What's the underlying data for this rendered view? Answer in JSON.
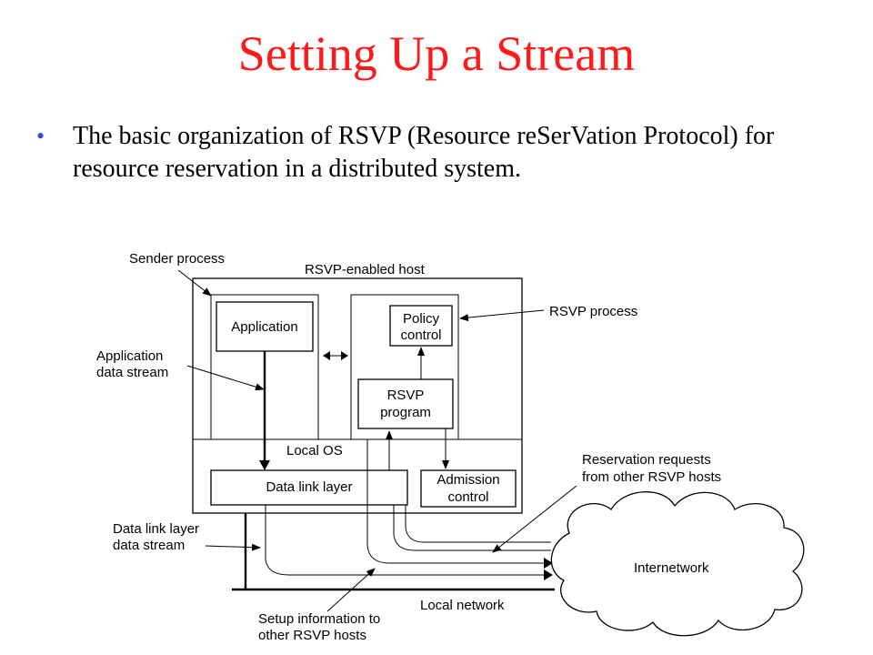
{
  "slide": {
    "title": "Setting Up a Stream",
    "bullet": "The basic organization of RSVP (Resource reSerVation Protocol) for resource reservation in a distributed system."
  },
  "diagram": {
    "sender_process": "Sender process",
    "host": "RSVP-enabled host",
    "application": "Application",
    "policy_control": [
      "Policy",
      "control"
    ],
    "rsvp_process": "RSVP process",
    "app_stream": [
      "Application",
      "data stream"
    ],
    "rsvp_program": [
      "RSVP",
      "program"
    ],
    "local_os": "Local OS",
    "data_link_layer": "Data link layer",
    "admission_control": [
      "Admission",
      "control"
    ],
    "reservation_requests": [
      "Reservation requests",
      "from other RSVP hosts"
    ],
    "dll_stream": [
      "Data link layer",
      "data stream"
    ],
    "internetwork": "Internetwork",
    "local_network": "Local network",
    "setup_info": [
      "Setup information to",
      "other RSVP hosts"
    ]
  }
}
